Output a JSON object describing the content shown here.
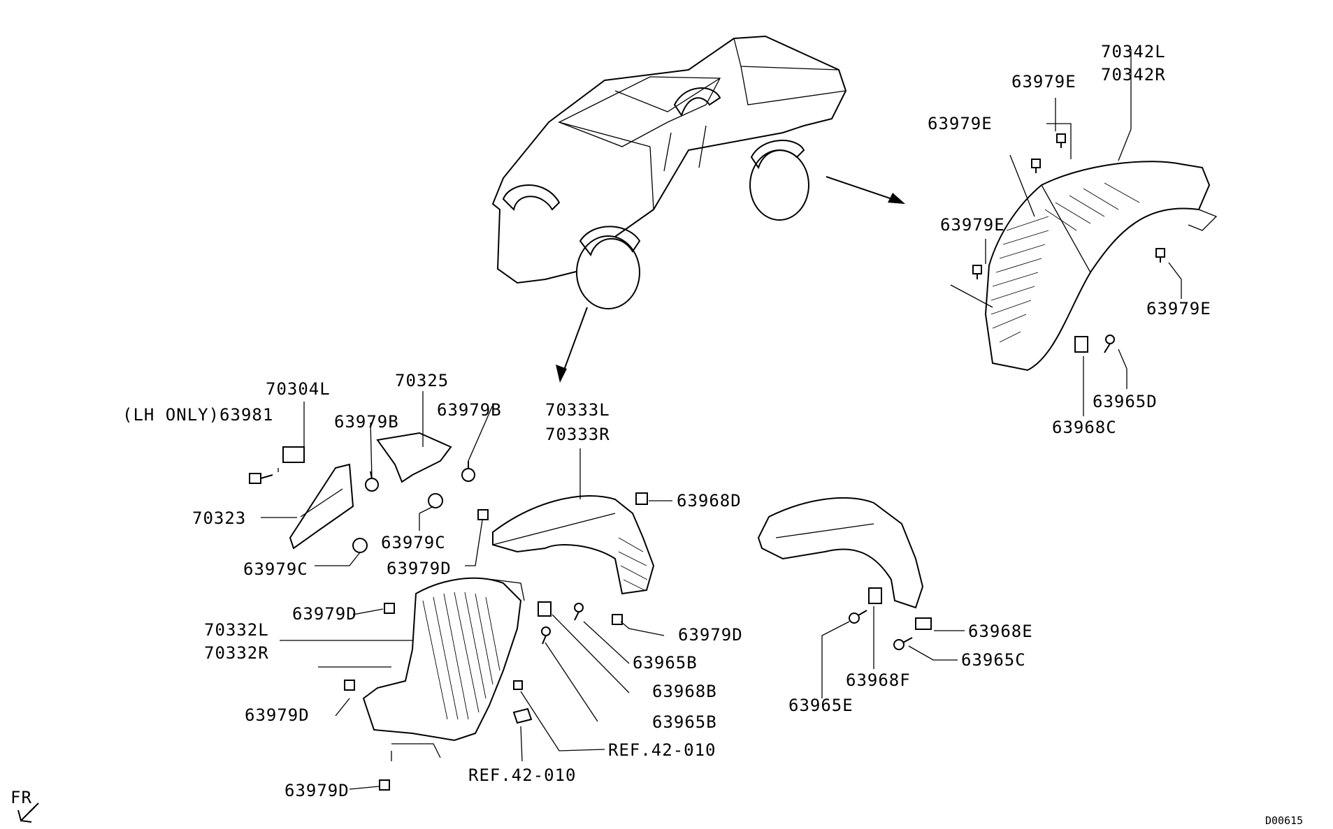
{
  "labels": {
    "l70342L": "70342L",
    "l70342R": "70342R",
    "l63979E_1": "63979E",
    "l63979E_2": "63979E",
    "l63979E_3": "63979E",
    "l63979E_4": "63979E",
    "l63965D": "63965D",
    "l63968C": "63968C",
    "l70304L": "70304L",
    "l70325": "70325",
    "l63979B_1": "63979B",
    "l63979B_2": "63979B",
    "l63981": "(LH ONLY)63981",
    "l70333L": "70333L",
    "l70333R": "70333R",
    "l63968D": "63968D",
    "l70323": "70323",
    "l63979C_1": "63979C",
    "l63979C_2": "63979C",
    "l63979D_1": "63979D",
    "l63979D_2": "63979D",
    "l63979D_3": "63979D",
    "l63979D_4": "63979D",
    "l63979D_5": "63979D",
    "l70332L": "70332L",
    "l70332R": "70332R",
    "l63965B_1": "63965B",
    "l63965B_2": "63965B",
    "l63968B": "63968B",
    "lREF1": "REF.42-010",
    "lREF2": "REF.42-010",
    "l63968E": "63968E",
    "l63965C": "63965C",
    "l63968F": "63968F",
    "l63965E": "63965E",
    "fr": "FR",
    "code": "D00615"
  }
}
